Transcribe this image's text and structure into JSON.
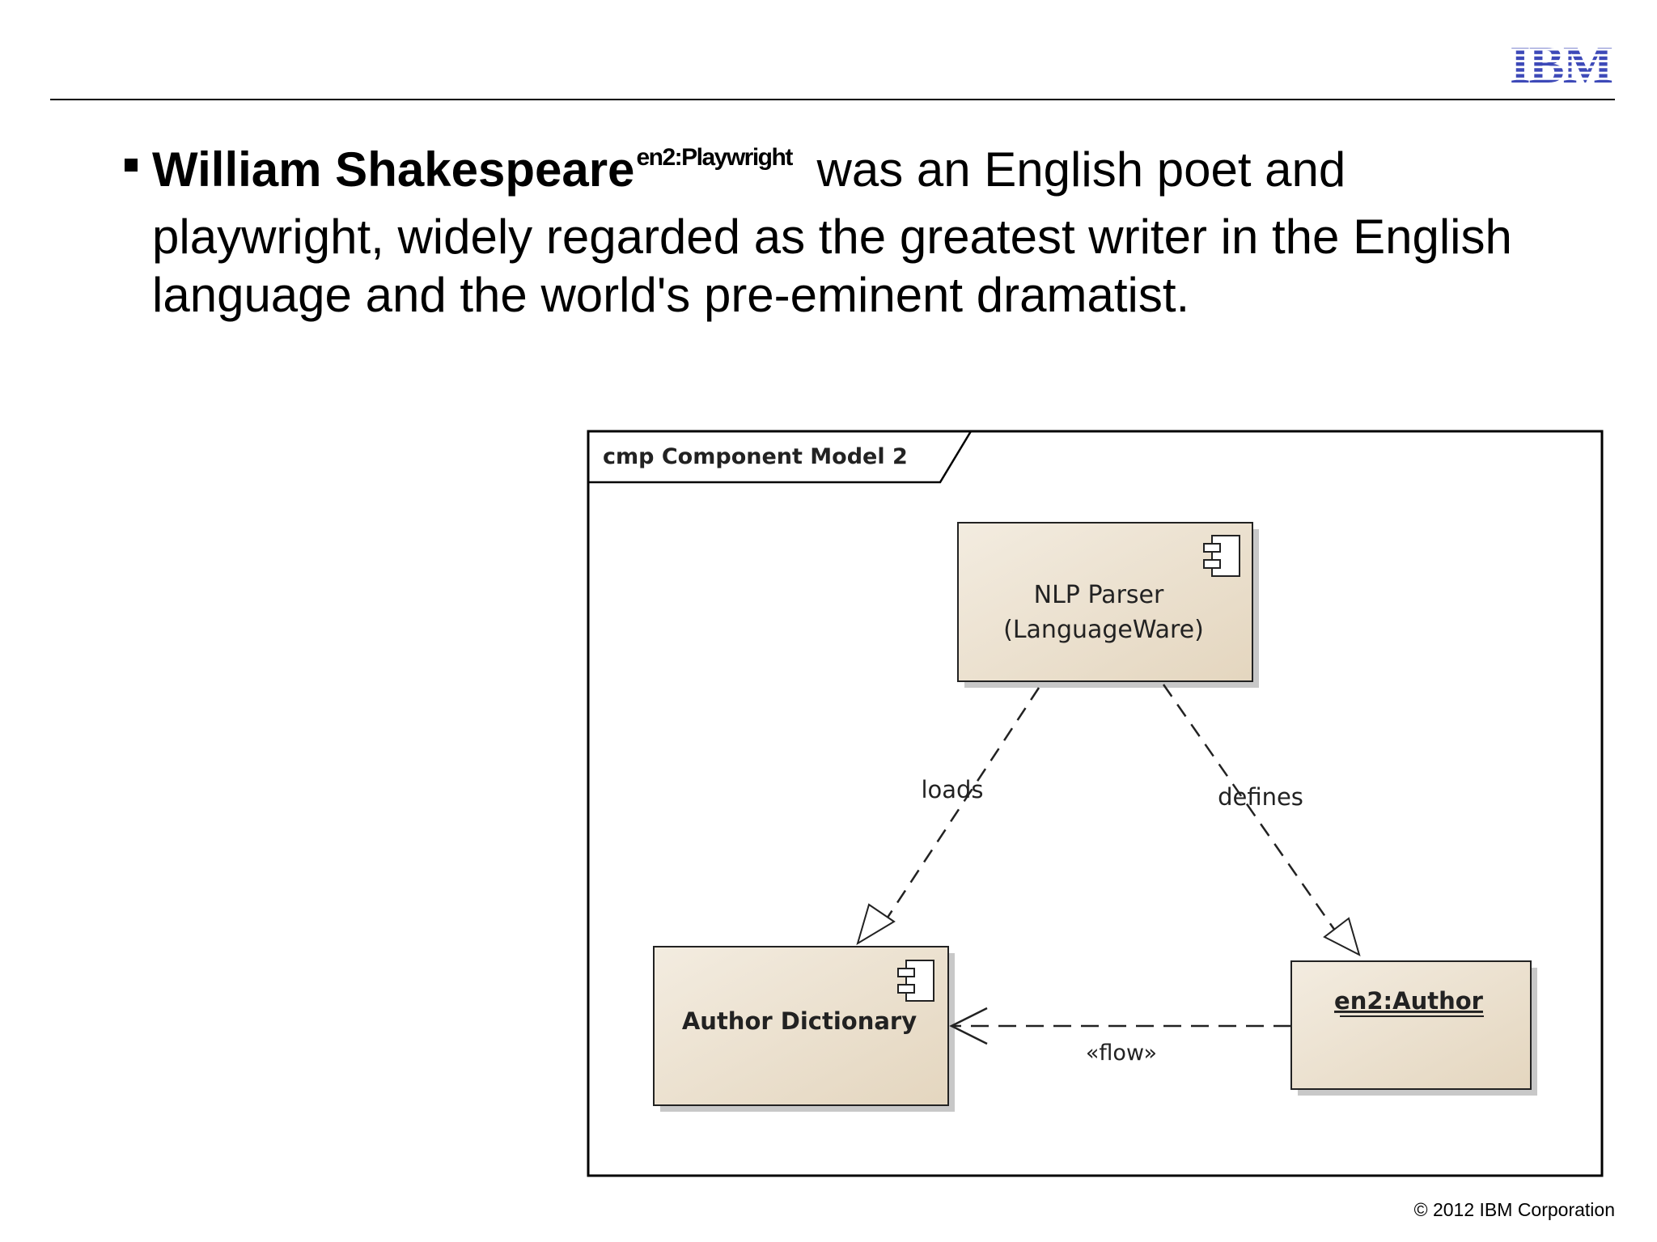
{
  "logo": {
    "text": "IBM",
    "color": "#3d49b8"
  },
  "bullet": {
    "subject": "William Shakespeare",
    "annotation": "en2:Playwright",
    "sentence": " was an English poet and playwright, widely regarded as the greatest writer in the English language and the world's pre-eminent dramatist."
  },
  "diagram": {
    "frame_label": "cmp Component Model 2",
    "nodes": {
      "nlp_line1": "NLP Parser",
      "nlp_line2": "(LanguageWare)",
      "author_dictionary": "Author Dictionary",
      "en2_author": "en2:Author"
    },
    "edges": {
      "loads": "loads",
      "defines": "defines",
      "flow": "«flow»"
    },
    "fill_color": "#eee4d4"
  },
  "footer": {
    "copyright": "© 2012 IBM Corporation"
  }
}
